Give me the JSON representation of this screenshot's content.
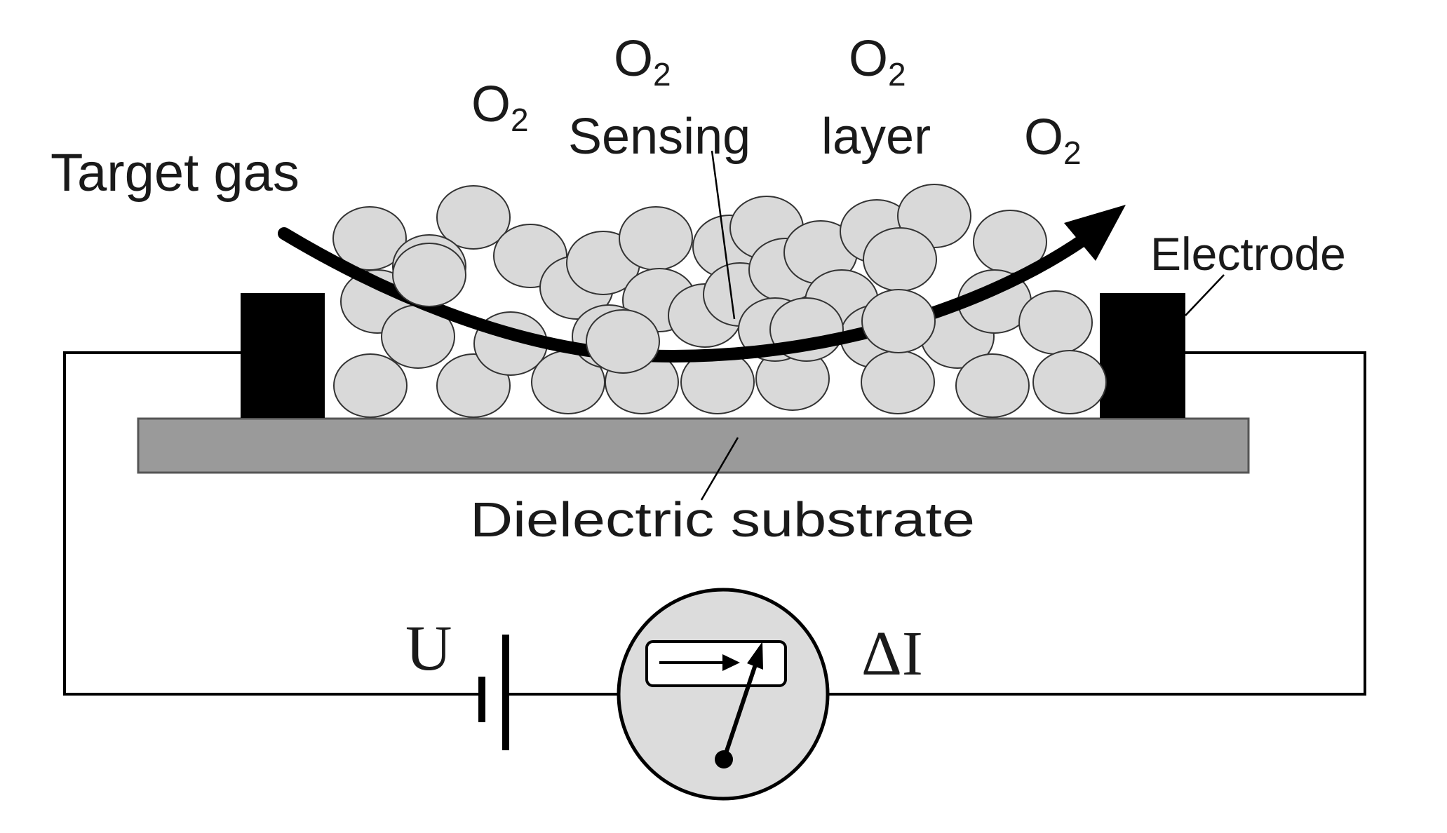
{
  "labels": {
    "target_gas": "Target gas",
    "sensing_layer_word1": "Sensing",
    "sensing_layer_word2": "layer",
    "electrode": "Electrode",
    "dielectric_substrate": "Dielectric substrate",
    "voltage": "U",
    "current_change": "ΔI"
  },
  "oxygen": {
    "base": "O",
    "subscript": "2"
  },
  "colors": {
    "grain_fill": "#d9d9d9",
    "substrate_fill": "#9a9a9a",
    "electrode_fill": "#000000",
    "meter_fill": "#dcdcdc",
    "line": "#000000"
  }
}
